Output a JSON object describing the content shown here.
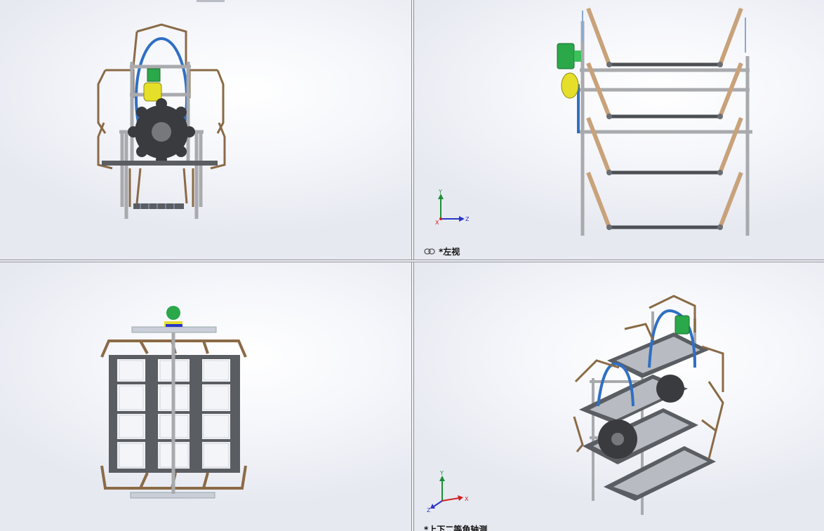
{
  "viewports": {
    "front": {
      "label": ""
    },
    "left": {
      "label": "*左视"
    },
    "top": {
      "label": ""
    },
    "iso": {
      "label": "*上下二等角轴测"
    }
  },
  "triad": {
    "x": "X",
    "y": "Y",
    "z": "Z"
  },
  "icons": {
    "link": "link-icon",
    "triad": "coordinate-triad-icon"
  },
  "colors": {
    "frame": "#a9aaad",
    "arm": "#8a6a46",
    "chain": "#2f6fc4",
    "motor": "#2aa84a",
    "gearbox": "#e5df2a",
    "tray": "#5a5d62",
    "sprocket": "#3a3b3e"
  }
}
